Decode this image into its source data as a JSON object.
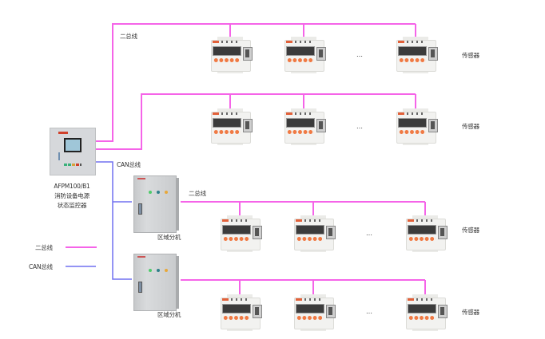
{
  "colors": {
    "two_bus_line": "#f564e8",
    "can_bus_line": "#7070f0",
    "text": "#333333"
  },
  "labels": {
    "controller_model": "AFPM100/B1",
    "controller_name_line1": "消防设备电源",
    "controller_name_line2": "状态监控器",
    "two_bus": "二总线",
    "can_bus": "CAN总线",
    "zone_unit": "区域分机",
    "sensor": "传感器",
    "ellipsis": "…"
  },
  "legend": [
    {
      "label": "二总线",
      "type": "two_bus"
    },
    {
      "label": "CAN总线",
      "type": "can_bus"
    }
  ],
  "rows": [
    {
      "source": "controller",
      "bus": "二总线",
      "sensors_shown": 3,
      "end_label": "传感器"
    },
    {
      "source": "controller",
      "bus": "二总线",
      "sensors_shown": 3,
      "end_label": "传感器"
    },
    {
      "source": "zone-unit-1",
      "bus": "二总线",
      "sensors_shown": 3,
      "end_label": "传感器"
    },
    {
      "source": "zone-unit-2",
      "bus": "二总线",
      "sensors_shown": 3,
      "end_label": "传感器"
    }
  ]
}
